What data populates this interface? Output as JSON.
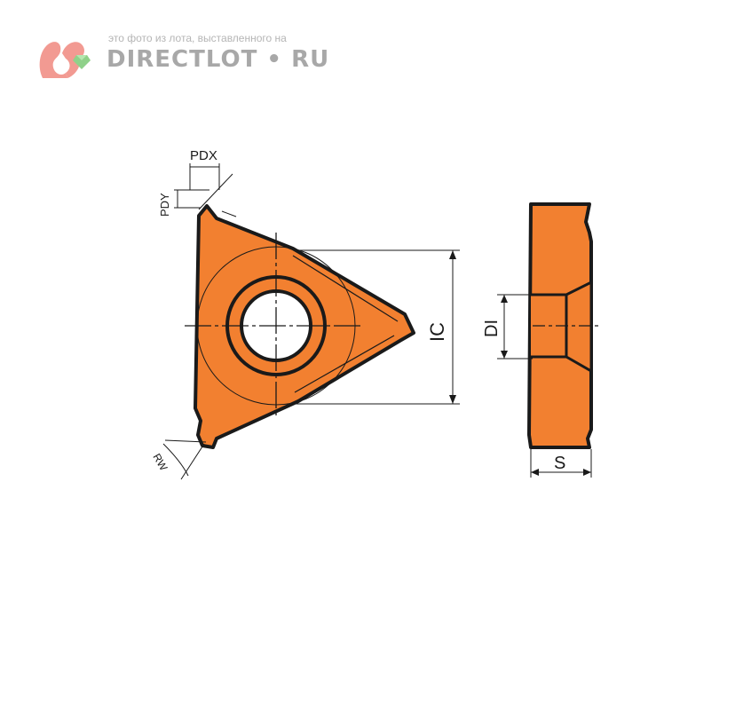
{
  "watermark": {
    "caption": "это фото из лота, выставленного на",
    "brand_left": "DIRECTLOT",
    "brand_dot": "•",
    "brand_right": "RU"
  },
  "diagram": {
    "labels": {
      "pdx": "PDX",
      "pdy": "PDY",
      "ic": "IC",
      "di": "DI",
      "s": "S",
      "rw": "RW"
    },
    "colors": {
      "insert_fill": "#F28030",
      "outline": "#1a1a1a",
      "watermark": "#b0b0b0",
      "logo_pink": "#f29a92",
      "logo_green": "#8fd18a"
    }
  }
}
